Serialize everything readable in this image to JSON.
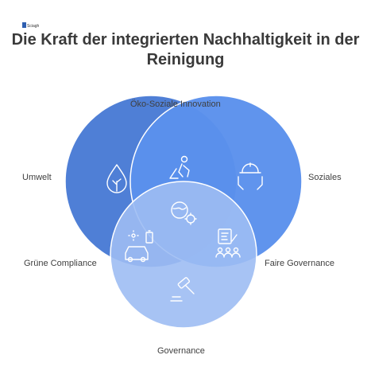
{
  "header": {
    "title_line1": "Die Kraft der integrierten Nachhaltigkeit in der",
    "title_line2": "Reinigung",
    "logo_text": "Sciagh"
  },
  "labels": {
    "top": "Öko-Soziale Innovation",
    "left": "Umwelt",
    "right": "Soziales",
    "lower_left": "Grüne Compliance",
    "lower_right": "Faire Governance",
    "bottom": "Governance"
  },
  "colors": {
    "circle_left": "#4f7fd6",
    "circle_right": "#5b91ec",
    "circle_bottom": "#9dbdf3",
    "stroke": "#ffffff"
  },
  "icons": {
    "left": "water-drop-plant-icon",
    "overlap_top": "person-cleaning-icon",
    "right": "hands-helmet-icon",
    "center": "globe-gear-icon",
    "overlap_left": "car-battery-icon",
    "overlap_right": "checklist-people-icon",
    "bottom": "gavel-icon"
  }
}
